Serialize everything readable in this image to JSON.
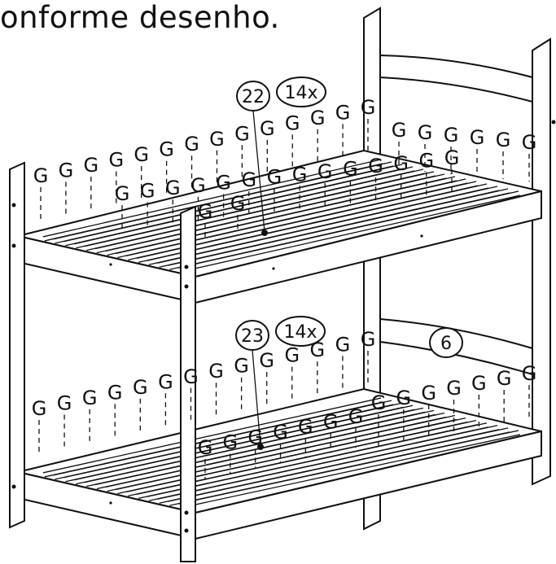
{
  "instruction_text": "onforme desenho.",
  "fastener_label": "G",
  "upper_bunk": {
    "part_number": "22",
    "quantity": "14x"
  },
  "lower_bunk": {
    "part_number": "23",
    "quantity": "14x"
  },
  "rail_part_number": "6"
}
